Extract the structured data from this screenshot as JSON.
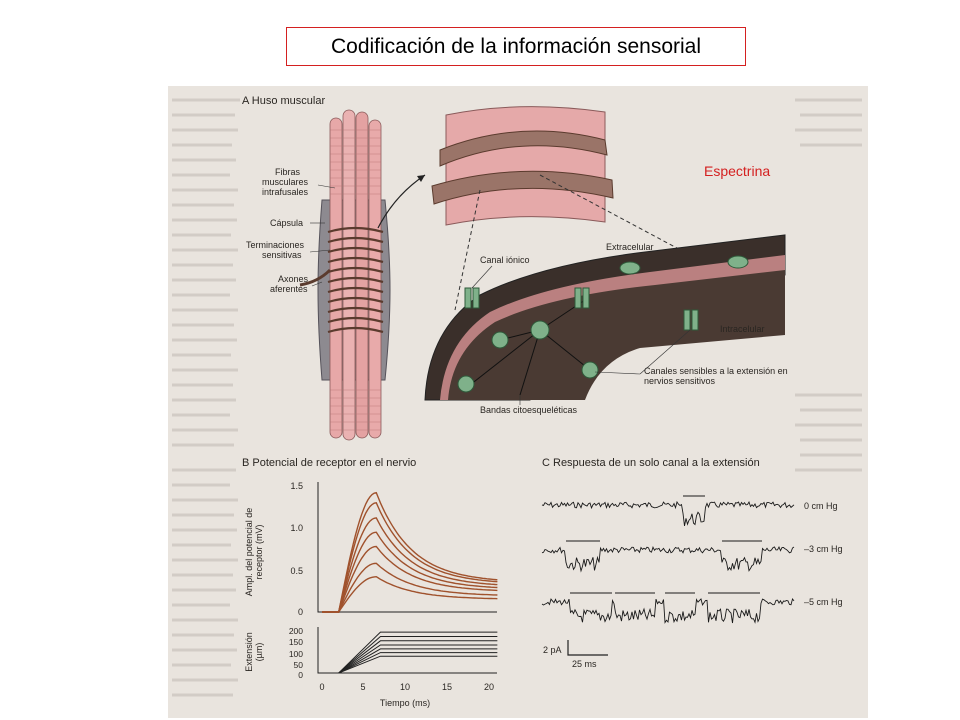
{
  "slide": {
    "title": "Codificación de la información sensorial",
    "annotation": "Espectrina"
  },
  "figure": {
    "panel_a": {
      "title": "A  Huso muscular",
      "labels": {
        "fibers": [
          "Fibras",
          "musculares",
          "intrafusales"
        ],
        "capsule": "Cápsula",
        "endings": [
          "Terminaciones",
          "sensitivas"
        ],
        "axons": [
          "Axones",
          "aferentes"
        ],
        "ion_channel": "Canal iónico",
        "extracellular": "Extracelular",
        "intracellular": "Intracelular",
        "stretch_channels": [
          "Canales sensibles a la extensión en",
          "nervios sensitivos"
        ],
        "cytoskeletal": "Bandas citoesqueléticas"
      }
    },
    "panel_b": {
      "title": "B  Potencial de receptor en el nervio",
      "upper_ylabel": [
        "Ampl. del potencial de",
        "receptor (mV)"
      ],
      "upper_yticks": [
        "1.5",
        "1.0",
        "0.5",
        "0"
      ],
      "lower_ylabel": [
        "Extensión",
        "(µm)"
      ],
      "lower_yticks": [
        "200",
        "150",
        "100",
        "50",
        "0"
      ],
      "xticks": [
        "0",
        "5",
        "10",
        "15",
        "20"
      ],
      "xlabel": "Tiempo (ms)"
    },
    "panel_c": {
      "title": "C  Respuesta de un solo canal a la extensión",
      "traces": [
        "0 cm Hg",
        "–3 cm Hg",
        "–5 cm Hg"
      ],
      "scale_current": "2 pA",
      "scale_time": "25 ms"
    }
  },
  "chart_data": {
    "type": "line",
    "title": "B  Potencial de receptor en el nervio",
    "xlabel": "Tiempo (ms)",
    "ylabel": "Ampl. del potencial de receptor (mV)",
    "xlim": [
      0,
      21
    ],
    "ylim": [
      0,
      1.5
    ],
    "grid": false,
    "peak_time_ms": 6.5,
    "peaks_mV": [
      1.42,
      1.3,
      1.12,
      0.95,
      0.78,
      0.58,
      0.42
    ],
    "final_mV": [
      0.35,
      0.33,
      0.3,
      0.27,
      0.24,
      0.19,
      0.15
    ],
    "stretch": {
      "ylabel": "Extensión (µm)",
      "ylim": [
        0,
        200
      ],
      "ramp_start_ms": 2,
      "ramp_end_ms": 7,
      "plateaus_um": [
        190,
        170,
        150,
        130,
        112,
        95,
        78
      ]
    }
  }
}
